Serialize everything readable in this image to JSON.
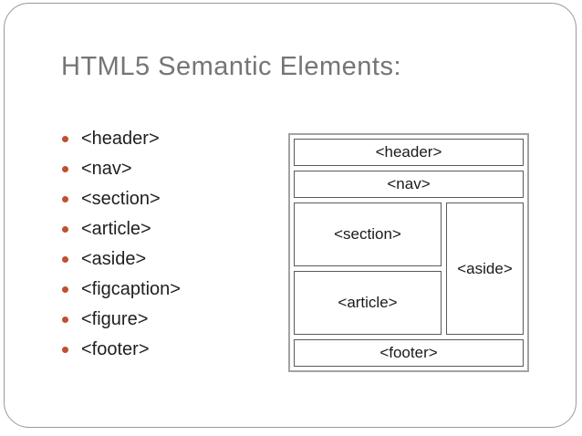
{
  "slide": {
    "title": "HTML5 Semantic Elements:"
  },
  "list": {
    "items": [
      {
        "label": "<header>"
      },
      {
        "label": "<nav>"
      },
      {
        "label": "<section>"
      },
      {
        "label": "<article>"
      },
      {
        "label": "<aside>"
      },
      {
        "label": "<figcaption>"
      },
      {
        "label": "<figure>"
      },
      {
        "label": "<footer>"
      }
    ]
  },
  "diagram": {
    "header_label": "<header>",
    "nav_label": "<nav>",
    "section_label": "<section>",
    "article_label": "<article>",
    "aside_label": "<aside>",
    "footer_label": "<footer>"
  },
  "colors": {
    "title_text": "#757575",
    "body_text": "#1f1f1f",
    "bullet": "#c0502e",
    "slide_border": "#999999",
    "diagram_outer_border": "#a3a3a3",
    "diagram_inner_border": "#5a5a5a"
  }
}
